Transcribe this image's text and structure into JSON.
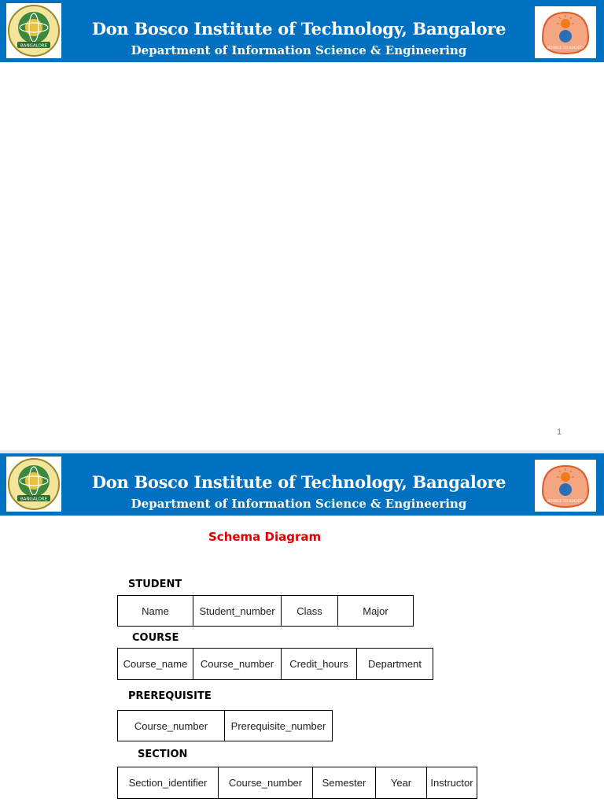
{
  "header": {
    "title": "Don Bosco Institute of Technology, Bangalore",
    "subtitle": "Department of Information Science & Engineering",
    "left_logo_text": "BANGALORE",
    "right_logo_text": "SERVICE TO SOCIETY"
  },
  "slide1": {
    "page_number": "1"
  },
  "slide2": {
    "section_title": "Schema Diagram",
    "tables": [
      {
        "name": "STUDENT",
        "columns": [
          "Name",
          "Student_number",
          "Class",
          "Major"
        ]
      },
      {
        "name": "COURSE",
        "columns": [
          "Course_name",
          "Course_number",
          "Credit_hours",
          "Department"
        ]
      },
      {
        "name": "PREREQUISITE",
        "columns": [
          "Course_number",
          "Prerequisite_number"
        ]
      },
      {
        "name": "SECTION",
        "columns": [
          "Section_identifier",
          "Course_number",
          "Semester",
          "Year",
          "Instructor"
        ]
      }
    ]
  },
  "colors": {
    "header_bg": "#0070c0",
    "title_red": "#e00000"
  }
}
